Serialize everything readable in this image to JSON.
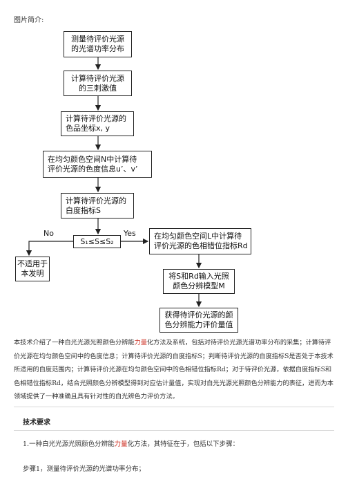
{
  "header": {
    "intro_label": "图片简介:"
  },
  "flowchart": {
    "box1": [
      "测量待评价光源",
      "的光谱功率分布"
    ],
    "box2": [
      "计算待评价光源",
      "的三刺激值"
    ],
    "box3": [
      "计算待评价光源的",
      "色品坐标x, y"
    ],
    "box4": [
      "在均匀颜色空间N中计算待",
      "评价光源的色度信息u’、v’"
    ],
    "box5": [
      "计算待评价光源的",
      "白度指标S"
    ],
    "decision": "S₁≤S≤S₂",
    "no_label": "No",
    "yes_label": "Yes",
    "box_left": [
      "不适用于",
      "本发明"
    ],
    "box_right1": [
      "在均匀颜色空间L中计算待",
      "评价光源的色相错位指标Rd"
    ],
    "box_right2": [
      "将S和Rd输入光照",
      "颜色分辨模型M"
    ],
    "box_right3": [
      "获得待评价光源的颜",
      "色分辨能力评价量值"
    ]
  },
  "description": {
    "part1": "本技术介绍了一种白光光源光照颜色分辨能",
    "highlight": "力量",
    "part2": "化方法及系统，包括对待评价光源光谱功率分布的采集；计算待评价光源在均匀颜色空间中的色度信息；计算待评价光源的白度指标S；判断待评价光源的白度指标S是否处于本技术所适用的白度范围内；计算待评价光源在均匀颜色空间中的色相错位指标Rd；对于待评价光源，依据白度指标S和色相错位指标Rd，结合光照颜色分辨模型得到对应估计量值，实现对白光光源光照颜色分辨能力的表征，进而为本领域提供了一种准确且具有针对性的白光辨色力评价方法。"
  },
  "requirements": {
    "title": "技术要求",
    "claim1_part1": "1.一种白光光源光照颜色分辨能",
    "claim1_highlight": "力量",
    "claim1_part2": "化方法，其特征在于，包括以下步骤：",
    "step1": "步骤1，测量待评价光源的光谱功率分布；"
  }
}
